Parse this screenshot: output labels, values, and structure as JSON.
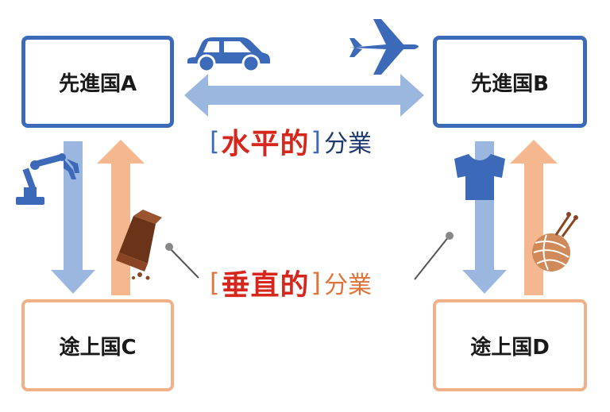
{
  "nodes": {
    "a": "先進国A",
    "b": "先進国B",
    "c": "途上国C",
    "d": "途上国D"
  },
  "horizontal": {
    "open": "[",
    "keyword": "水平的",
    "close": "]",
    "suffix": "分業"
  },
  "vertical": {
    "open": "[",
    "keyword": "垂直的",
    "close": "]",
    "suffix": "分業"
  },
  "colors": {
    "developed_border": "#3d6ab8",
    "developing_border": "#f2b089",
    "blue_arrow": "#9bb7e0",
    "orange_arrow": "#f4b790",
    "keyword": "#d7261b"
  },
  "icons": [
    "car-icon",
    "airplane-icon",
    "robot-arm-icon",
    "coal-cart-icon",
    "tshirt-icon",
    "yarn-icon"
  ]
}
